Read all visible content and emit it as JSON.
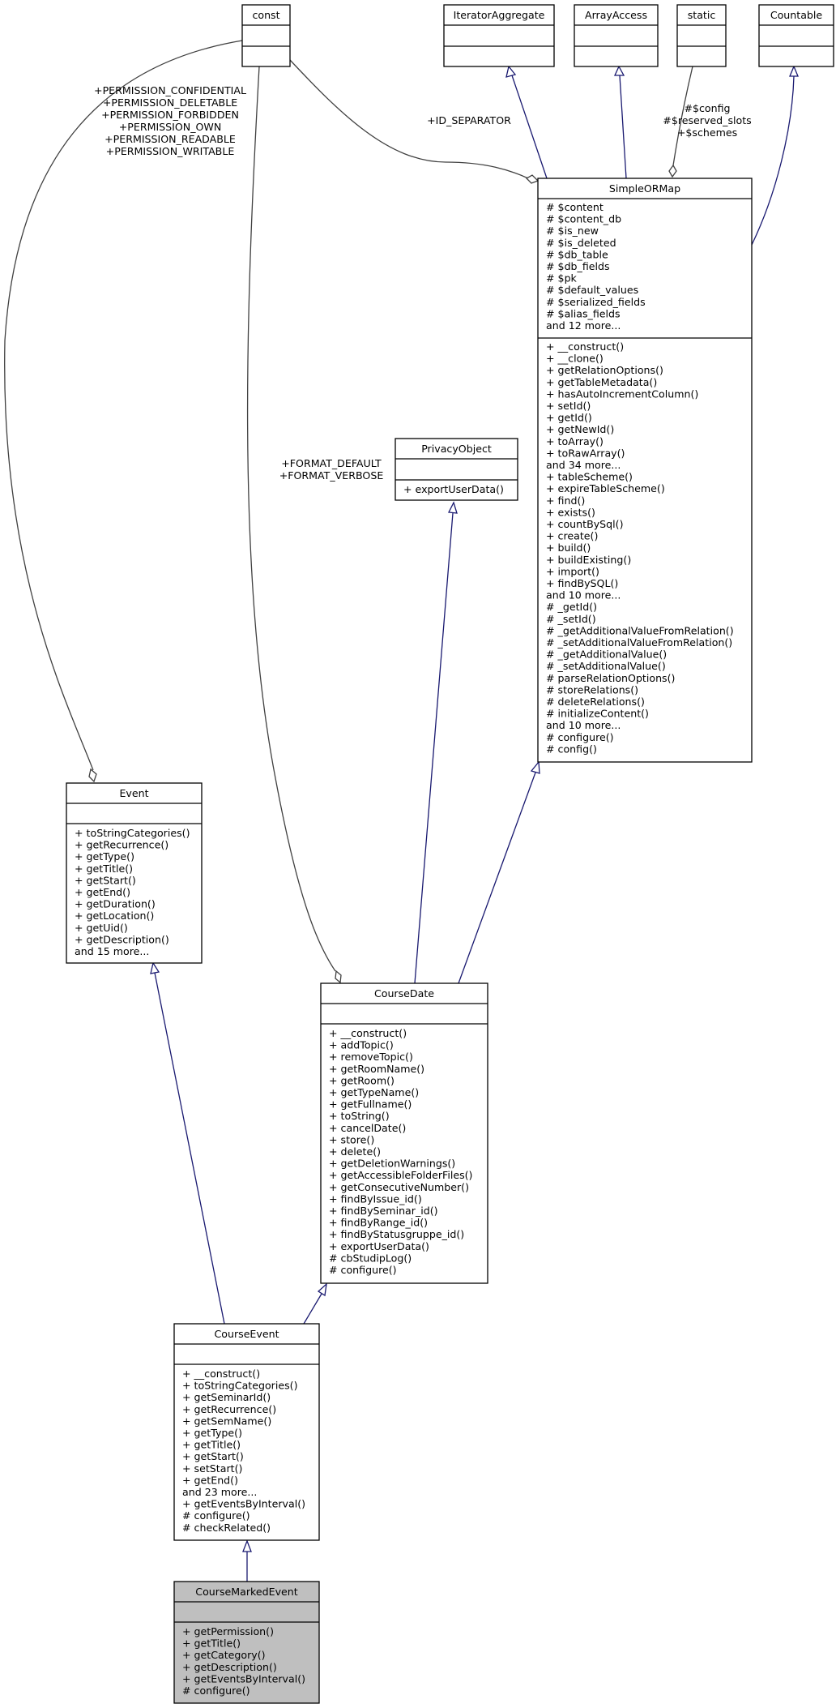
{
  "diagram": {
    "classes": {
      "const": {
        "title": "const",
        "attributes": [],
        "methods": []
      },
      "iteratorAggregate": {
        "title": "IteratorAggregate",
        "attributes": [],
        "methods": []
      },
      "arrayAccess": {
        "title": "ArrayAccess",
        "attributes": [],
        "methods": []
      },
      "static": {
        "title": "static",
        "attributes": [],
        "methods": []
      },
      "countable": {
        "title": "Countable",
        "attributes": [],
        "methods": []
      },
      "simpleORMap": {
        "title": "SimpleORMap",
        "attributes": [
          "# $content",
          "# $content_db",
          "# $is_new",
          "# $is_deleted",
          "# $db_table",
          "# $db_fields",
          "# $pk",
          "# $default_values",
          "# $serialized_fields",
          "# $alias_fields",
          "and 12 more..."
        ],
        "methods": [
          "+ __construct()",
          "+ __clone()",
          "+ getRelationOptions()",
          "+ getTableMetadata()",
          "+ hasAutoIncrementColumn()",
          "+ setId()",
          "+ getId()",
          "+ getNewId()",
          "+ toArray()",
          "+ toRawArray()",
          "and 34 more...",
          "+ tableScheme()",
          "+ expireTableScheme()",
          "+ find()",
          "+ exists()",
          "+ countBySql()",
          "+ create()",
          "+ build()",
          "+ buildExisting()",
          "+ import()",
          "+ findBySQL()",
          "and 10 more...",
          "# _getId()",
          "# _setId()",
          "# _getAdditionalValueFromRelation()",
          "# _setAdditionalValueFromRelation()",
          "# _getAdditionalValue()",
          "# _setAdditionalValue()",
          "# parseRelationOptions()",
          "# storeRelations()",
          "# deleteRelations()",
          "# initializeContent()",
          "and 10 more...",
          "# configure()",
          "# config()"
        ]
      },
      "privacyObject": {
        "title": "PrivacyObject",
        "attributes": [],
        "methods": [
          "+ exportUserData()"
        ]
      },
      "event": {
        "title": "Event",
        "attributes": [],
        "methods": [
          "+ toStringCategories()",
          "+ getRecurrence()",
          "+ getType()",
          "+ getTitle()",
          "+ getStart()",
          "+ getEnd()",
          "+ getDuration()",
          "+ getLocation()",
          "+ getUid()",
          "+ getDescription()",
          "and 15 more..."
        ]
      },
      "courseDate": {
        "title": "CourseDate",
        "attributes": [],
        "methods": [
          "+ __construct()",
          "+ addTopic()",
          "+ removeTopic()",
          "+ getRoomName()",
          "+ getRoom()",
          "+ getTypeName()",
          "+ getFullname()",
          "+ toString()",
          "+ cancelDate()",
          "+ store()",
          "+ delete()",
          "+ getDeletionWarnings()",
          "+ getAccessibleFolderFiles()",
          "+ getConsecutiveNumber()",
          "+ findByIssue_id()",
          "+ findBySeminar_id()",
          "+ findByRange_id()",
          "+ findByStatusgruppe_id()",
          "+ exportUserData()",
          "# cbStudipLog()",
          "# configure()"
        ]
      },
      "courseEvent": {
        "title": "CourseEvent",
        "attributes": [],
        "methods": [
          "+ __construct()",
          "+ toStringCategories()",
          "+ getSeminarId()",
          "+ getRecurrence()",
          "+ getSemName()",
          "+ getType()",
          "+ getTitle()",
          "+ getStart()",
          "+ setStart()",
          "+ getEnd()",
          "and 23 more...",
          "+ getEventsByInterval()",
          "# configure()",
          "# checkRelated()"
        ]
      },
      "courseMarkedEvent": {
        "title": "CourseMarkedEvent",
        "attributes": [],
        "methods": [
          "+ getPermission()",
          "+ getTitle()",
          "+ getCategory()",
          "+ getDescription()",
          "+ getEventsByInterval()",
          "# configure()"
        ]
      }
    },
    "edge_labels": {
      "const_to_sorm": [
        "+ID_SEPARATOR"
      ],
      "static_to_sorm": [
        "#$config",
        "#$reserved_slots",
        "+$schemes"
      ],
      "const_to_event": [
        "+PERMISSION_CONFIDENTIAL",
        "+PERMISSION_DELETABLE",
        "+PERMISSION_FORBIDDEN",
        "+PERMISSION_OWN",
        "+PERMISSION_READABLE",
        "+PERMISSION_WRITABLE"
      ],
      "const_to_coursedate": [
        "+FORMAT_DEFAULT",
        "+FORMAT_VERBOSE"
      ]
    },
    "colors": {
      "inheritance_edge": "#191970",
      "usage_edge": "#404040",
      "highlight_fill": "#bfbfbf"
    }
  }
}
